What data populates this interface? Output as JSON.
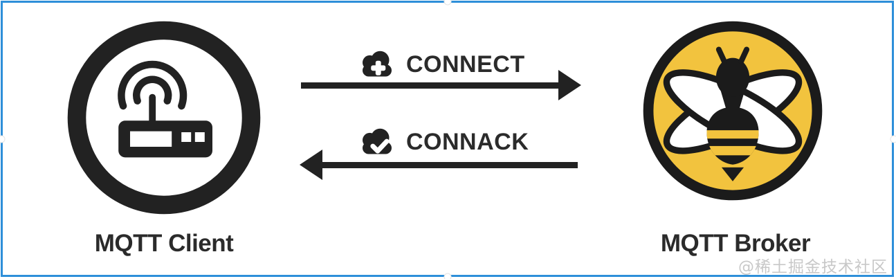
{
  "diagram": {
    "client": {
      "label": "MQTT Client",
      "icon": "wireless-router-icon"
    },
    "broker": {
      "label": "MQTT Broker",
      "icon": "bee-icon"
    },
    "messages": [
      {
        "label": "CONNECT",
        "direction": "right",
        "from": "client",
        "to": "broker",
        "icon": "cloud-plus-icon"
      },
      {
        "label": "CONNACK",
        "direction": "left",
        "from": "broker",
        "to": "client",
        "icon": "cloud-check-icon"
      }
    ],
    "watermark": "@稀土掘金技术社区",
    "colors": {
      "ink": "#222222",
      "broker_yellow": "#F2C33E",
      "selection_blue": "#2E8FD9",
      "watermark_gray": "#C8C8C8",
      "background": "#FFFFFF"
    }
  }
}
